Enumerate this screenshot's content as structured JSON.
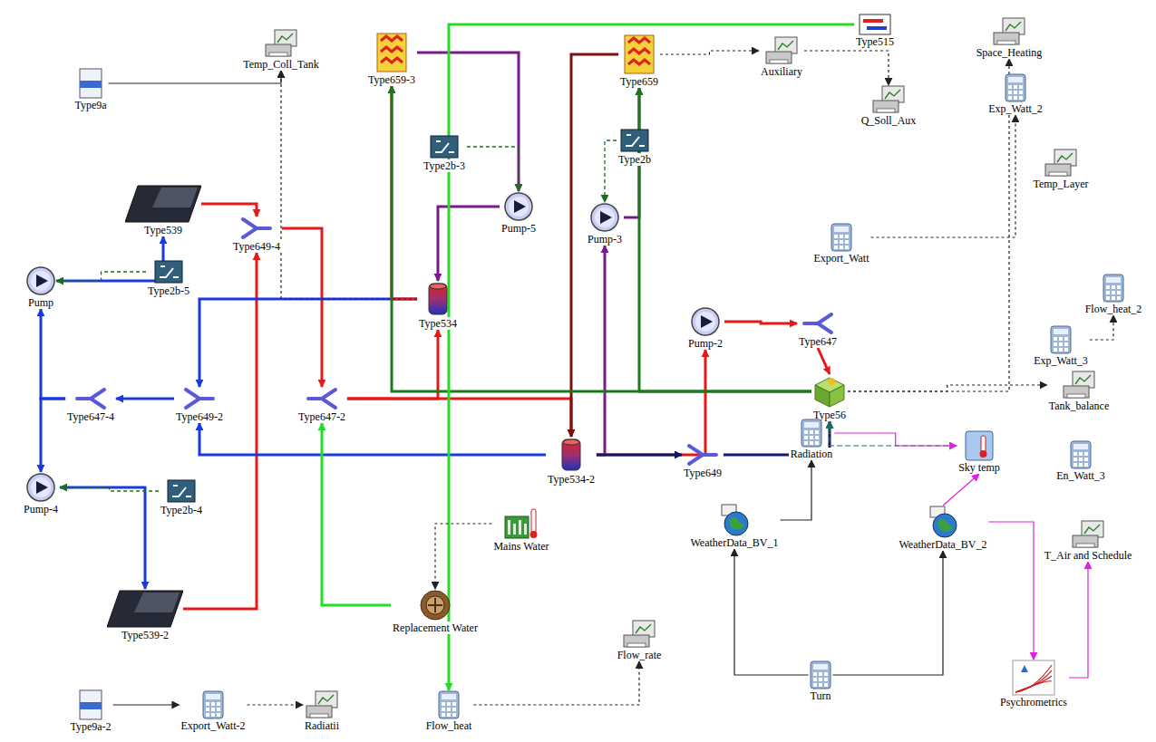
{
  "diagram": {
    "nodes": [
      {
        "text": [
          "Type9a"
        ]
      },
      {
        "text": [
          "Temp_Coll_Tank"
        ]
      },
      {
        "text": [
          "Type659-3"
        ]
      },
      {
        "text": [
          "Type659"
        ]
      },
      {
        "text": [
          "Auxiliary"
        ]
      },
      {
        "text": [
          "Type515"
        ]
      },
      {
        "text": [
          "Space_Heating"
        ]
      },
      {
        "text": [
          "Q_Soll_Aux"
        ]
      },
      {
        "text": [
          "Exp_Watt_2"
        ]
      },
      {
        "text": [
          "Type2b-3"
        ]
      },
      {
        "text": [
          "Type2b"
        ]
      },
      {
        "text": [
          "Temp_Layer"
        ]
      },
      {
        "text": [
          "Pump-5"
        ]
      },
      {
        "text": [
          "Pump-3"
        ]
      },
      {
        "text": [
          "Type539"
        ]
      },
      {
        "text": [
          "Type649-4"
        ]
      },
      {
        "text": [
          "Export_Watt"
        ]
      },
      {
        "text": [
          "Type2b-5"
        ]
      },
      {
        "text": [
          "Flow_heat_2"
        ]
      },
      {
        "text": [
          "Pump"
        ]
      },
      {
        "text": [
          "Type534"
        ]
      },
      {
        "text": [
          "Pump-2"
        ]
      },
      {
        "text": [
          "Type647"
        ]
      },
      {
        "text": [
          "Exp_Watt_3"
        ]
      },
      {
        "text": [
          "Type56"
        ]
      },
      {
        "text": [
          "Tank_balance"
        ]
      },
      {
        "text": [
          "Type647-4"
        ]
      },
      {
        "text": [
          "Type649-2"
        ]
      },
      {
        "text": [
          "Type647-2"
        ]
      },
      {
        "text": [
          "Type534-2"
        ]
      },
      {
        "text": [
          "Radiation"
        ]
      },
      {
        "text": [
          "Type649"
        ]
      },
      {
        "text": [
          "Sky temp"
        ]
      },
      {
        "text": [
          "En_Watt_3"
        ]
      },
      {
        "text": [
          "Pump-4"
        ]
      },
      {
        "text": [
          "Type2b-4"
        ]
      },
      {
        "text": [
          "Mains Water"
        ]
      },
      {
        "text": [
          "WeatherData_BV_1"
        ]
      },
      {
        "text": [
          "WeatherData_BV_2"
        ]
      },
      {
        "text": [
          "T_Air and Schedule"
        ]
      },
      {
        "text": [
          "Replacement Water"
        ]
      },
      {
        "text": [
          "Type539-2"
        ]
      },
      {
        "text": [
          "Flow_rate"
        ]
      },
      {
        "text": [
          "Turn"
        ]
      },
      {
        "text": [
          "Psychrometrics"
        ]
      },
      {
        "text": [
          "Type9a-2"
        ]
      },
      {
        "text": [
          "Export_Watt-2"
        ]
      },
      {
        "text": [
          "Radiatii"
        ]
      },
      {
        "text": [
          "Flow_heat"
        ]
      }
    ],
    "edges": [
      {
        "from": 19,
        "to": 14,
        "arrow": "to"
      },
      {
        "from": 14,
        "to": 15,
        "arrow": "to"
      },
      {
        "from": 41,
        "to": 15,
        "arrow": "to"
      },
      {
        "from": 15,
        "to": 28,
        "arrow": "to"
      },
      {
        "from": 28,
        "to": 20,
        "arrow": "to"
      },
      {
        "from": 28,
        "to": 29,
        "arrow": "to"
      },
      {
        "from": 20,
        "to": 27,
        "arrow": "to"
      },
      {
        "from": 29,
        "to": 27,
        "arrow": "to"
      },
      {
        "from": 27,
        "to": 26,
        "arrow": "to"
      },
      {
        "from": 26,
        "to": 19,
        "arrow": "to"
      },
      {
        "from": 26,
        "to": 34,
        "arrow": "to"
      },
      {
        "from": 34,
        "to": 41,
        "arrow": "to"
      },
      {
        "from": 20,
        "to": 2,
        "arrow": "to"
      },
      {
        "from": 2,
        "to": 12,
        "arrow": "to"
      },
      {
        "from": 12,
        "to": 20,
        "arrow": "to"
      },
      {
        "from": 29,
        "to": 13,
        "arrow": "to"
      },
      {
        "from": 13,
        "to": 3,
        "arrow": "to"
      },
      {
        "from": 3,
        "to": 29,
        "arrow": "to"
      },
      {
        "from": 29,
        "to": 21,
        "arrow": "to"
      },
      {
        "from": 21,
        "to": 22,
        "arrow": "to"
      },
      {
        "from": 22,
        "to": 24,
        "arrow": "to"
      },
      {
        "from": 29,
        "to": 31,
        "arrow": "to"
      },
      {
        "from": 31,
        "to": 24,
        "arrow": "to"
      },
      {
        "from": 24,
        "to": 3,
        "arrow": "to"
      },
      {
        "from": 24,
        "to": 2,
        "arrow": "to"
      },
      {
        "from": 40,
        "to": 28,
        "arrow": "to"
      },
      {
        "from": 5,
        "to": 48,
        "arrow": "to"
      },
      {
        "from": 17,
        "to": 19,
        "arrow": "to"
      },
      {
        "from": 35,
        "to": 34,
        "arrow": "to"
      },
      {
        "from": 9,
        "to": 12,
        "arrow": "to"
      },
      {
        "from": 10,
        "to": 13,
        "arrow": "to"
      },
      {
        "from": 0,
        "to": 1,
        "arrow": "to"
      },
      {
        "from": 45,
        "to": 46,
        "arrow": "to"
      },
      {
        "from": 46,
        "to": 47,
        "arrow": "to"
      },
      {
        "from": 43,
        "to": 37,
        "arrow": "to"
      },
      {
        "from": 43,
        "to": 38,
        "arrow": "to"
      },
      {
        "from": 37,
        "to": 30,
        "arrow": "to"
      },
      {
        "from": 38,
        "to": 32,
        "arrow": "to"
      },
      {
        "from": 38,
        "to": 44,
        "arrow": "to"
      },
      {
        "from": 44,
        "to": 39,
        "arrow": "to"
      },
      {
        "from": 32,
        "to": 24,
        "arrow": "to"
      },
      {
        "from": 20,
        "to": 1,
        "arrow": "to"
      },
      {
        "from": 24,
        "to": 6,
        "arrow": "to"
      },
      {
        "from": 24,
        "to": 25,
        "arrow": "to"
      },
      {
        "from": 3,
        "to": 4,
        "arrow": "to"
      },
      {
        "from": 16,
        "to": 8,
        "arrow": "to"
      },
      {
        "from": 36,
        "to": 40,
        "arrow": "to"
      },
      {
        "from": 48,
        "to": 42,
        "arrow": "to"
      },
      {
        "from": 4,
        "to": 7,
        "arrow": "to"
      },
      {
        "from": 30,
        "to": 32,
        "arrow": "to"
      },
      {
        "from": 23,
        "to": 18,
        "arrow": "to"
      }
    ]
  }
}
